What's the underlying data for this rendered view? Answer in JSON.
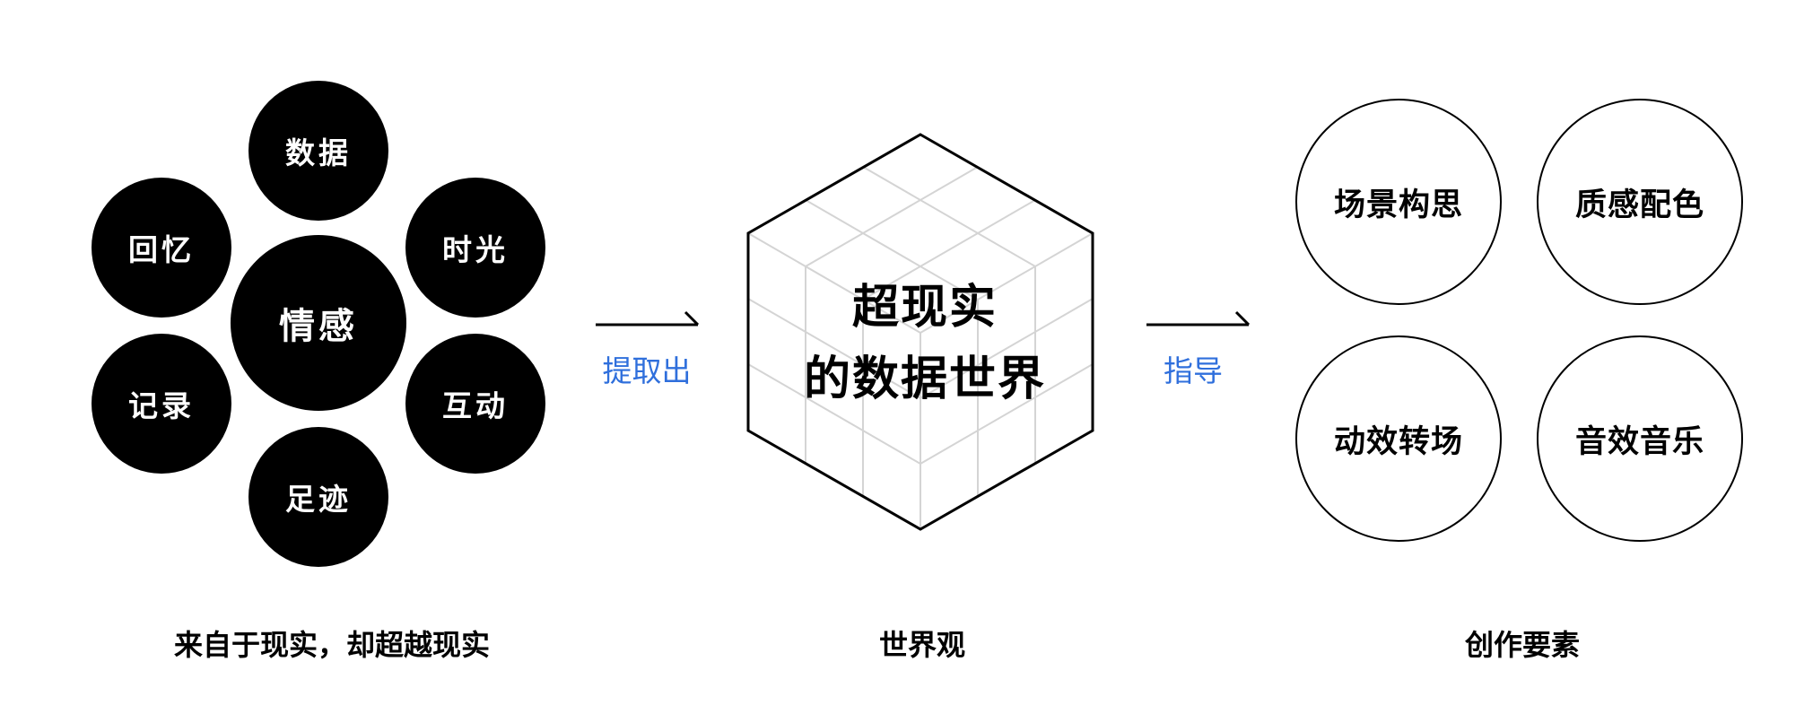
{
  "emotion_cluster": {
    "center": "情感",
    "top": "数据",
    "upper_left": "回忆",
    "upper_right": "时光",
    "lower_left": "记录",
    "lower_right": "互动",
    "bottom": "足迹",
    "caption": "来自于现实，却超越现实"
  },
  "arrow_left": {
    "label": "提取出"
  },
  "cube": {
    "line1": "超现实",
    "line2": "的数据世界",
    "caption": "世界观"
  },
  "arrow_right": {
    "label": "指导"
  },
  "elements": {
    "items": [
      "场景构思",
      "质感配色",
      "动效转场",
      "音效音乐"
    ],
    "caption": "创作要素"
  },
  "colors": {
    "accent_blue": "#2f6fdc",
    "fill_black": "#000000",
    "grid_gray": "#d4d4d4"
  }
}
